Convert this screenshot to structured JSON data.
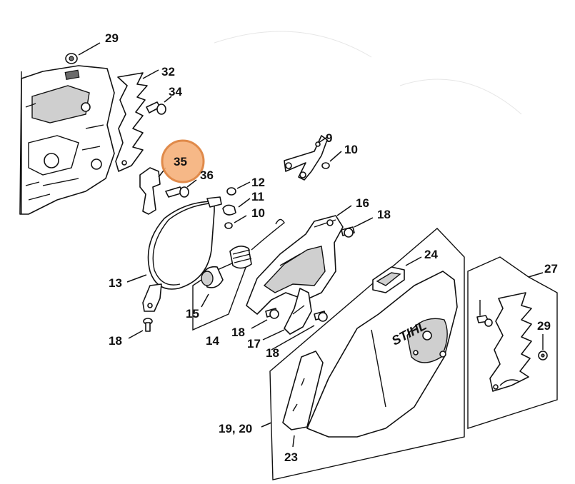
{
  "highlight": {
    "label": "35",
    "fill": "#F5B07A",
    "stroke": "#E08A4A"
  },
  "brand_text": "STIHL",
  "callouts": [
    {
      "id": "29a",
      "text": "29"
    },
    {
      "id": "32",
      "text": "32"
    },
    {
      "id": "34",
      "text": "34"
    },
    {
      "id": "36",
      "text": "36"
    },
    {
      "id": "9",
      "text": "9"
    },
    {
      "id": "10a",
      "text": "10"
    },
    {
      "id": "12",
      "text": "12"
    },
    {
      "id": "11",
      "text": "11"
    },
    {
      "id": "10b",
      "text": "10"
    },
    {
      "id": "16",
      "text": "16"
    },
    {
      "id": "18a",
      "text": "18"
    },
    {
      "id": "24",
      "text": "24"
    },
    {
      "id": "27",
      "text": "27"
    },
    {
      "id": "13",
      "text": "13"
    },
    {
      "id": "15",
      "text": "15"
    },
    {
      "id": "14",
      "text": "14"
    },
    {
      "id": "18b",
      "text": "18"
    },
    {
      "id": "18c",
      "text": "18"
    },
    {
      "id": "17",
      "text": "17"
    },
    {
      "id": "18d",
      "text": "18"
    },
    {
      "id": "29b",
      "text": "29"
    },
    {
      "id": "1920",
      "text": "19, 20"
    },
    {
      "id": "23",
      "text": "23"
    }
  ]
}
